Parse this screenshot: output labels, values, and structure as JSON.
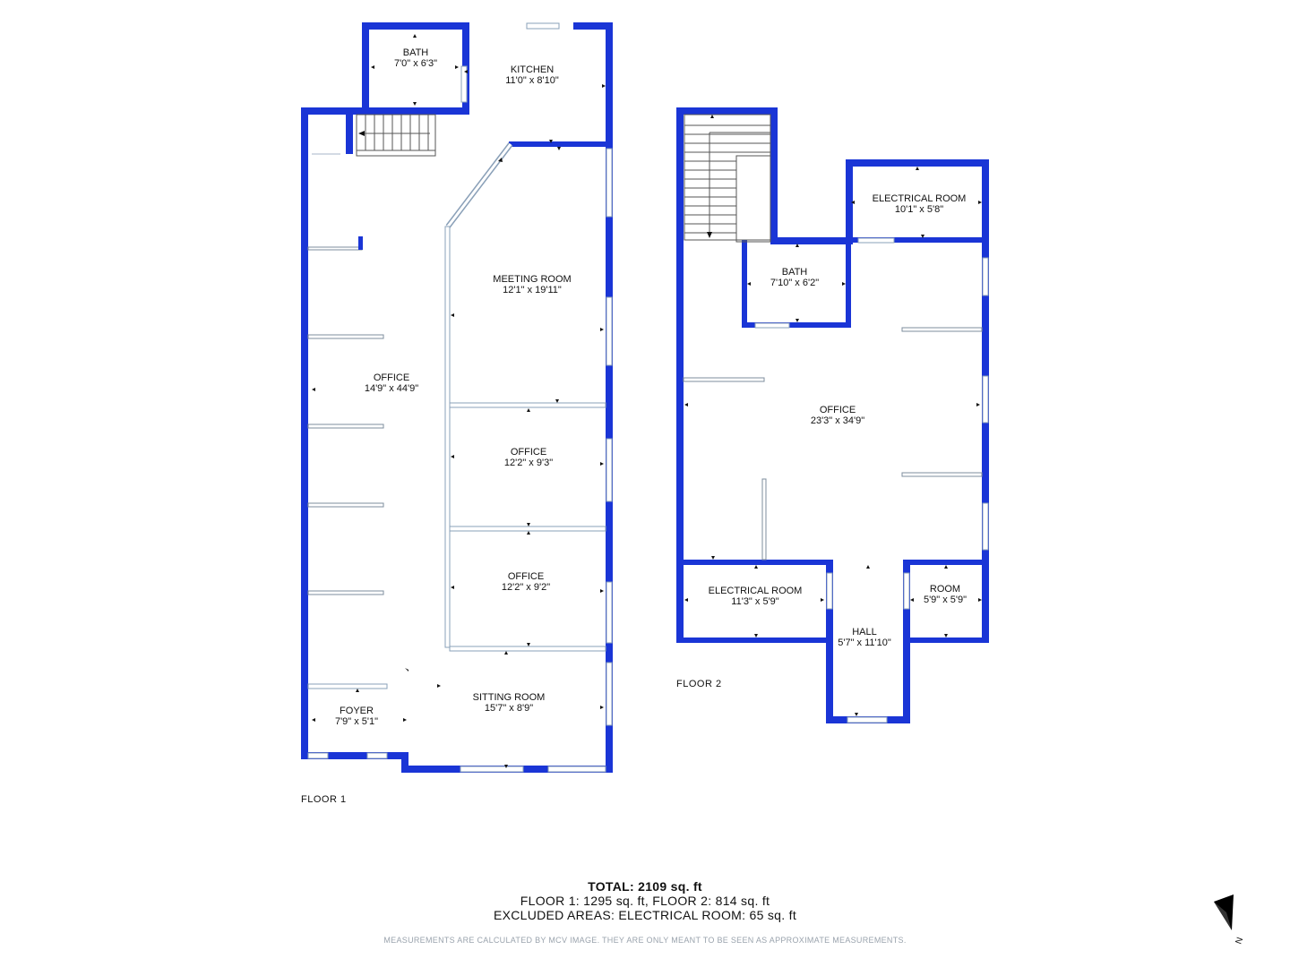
{
  "floors": [
    {
      "label": "FLOOR 1",
      "rooms": [
        {
          "name": "BATH",
          "dims": "7'0\" x 6'3\""
        },
        {
          "name": "KITCHEN",
          "dims": "11'0\" x 8'10\""
        },
        {
          "name": "MEETING ROOM",
          "dims": "12'1\" x 19'11\""
        },
        {
          "name": "OFFICE",
          "dims": "14'9\" x 44'9\""
        },
        {
          "name": "OFFICE",
          "dims": "12'2\" x 9'3\""
        },
        {
          "name": "OFFICE",
          "dims": "12'2\" x 9'2\""
        },
        {
          "name": "SITTING ROOM",
          "dims": "15'7\" x 8'9\""
        },
        {
          "name": "FOYER",
          "dims": "7'9\" x 5'1\""
        }
      ]
    },
    {
      "label": "FLOOR 2",
      "rooms": [
        {
          "name": "ELECTRICAL ROOM",
          "dims": "10'1\" x 5'8\""
        },
        {
          "name": "BATH",
          "dims": "7'10\" x 6'2\""
        },
        {
          "name": "OFFICE",
          "dims": "23'3\" x 34'9\""
        },
        {
          "name": "ELECTRICAL ROOM",
          "dims": "11'3\" x 5'9\""
        },
        {
          "name": "ROOM",
          "dims": "5'9\" x 5'9\""
        },
        {
          "name": "HALL",
          "dims": "5'7\" x 11'10\""
        }
      ]
    }
  ],
  "summary": {
    "total": "TOTAL: 2109 sq. ft",
    "floors_line": "FLOOR 1: 1295 sq. ft, FLOOR 2: 814 sq. ft",
    "excluded_line": "EXCLUDED AREAS: ELECTRICAL ROOM: 65 sq. ft"
  },
  "disclaimer": "MEASUREMENTS ARE CALCULATED BY MCV IMAGE. THEY ARE ONLY MEANT TO BE SEEN AS APPROXIMATE MEASUREMENTS.",
  "compass": {
    "label": "N"
  },
  "colors": {
    "wall": "#1a35d6",
    "text": "#111111",
    "disclaimer": "#9aa3ad"
  }
}
